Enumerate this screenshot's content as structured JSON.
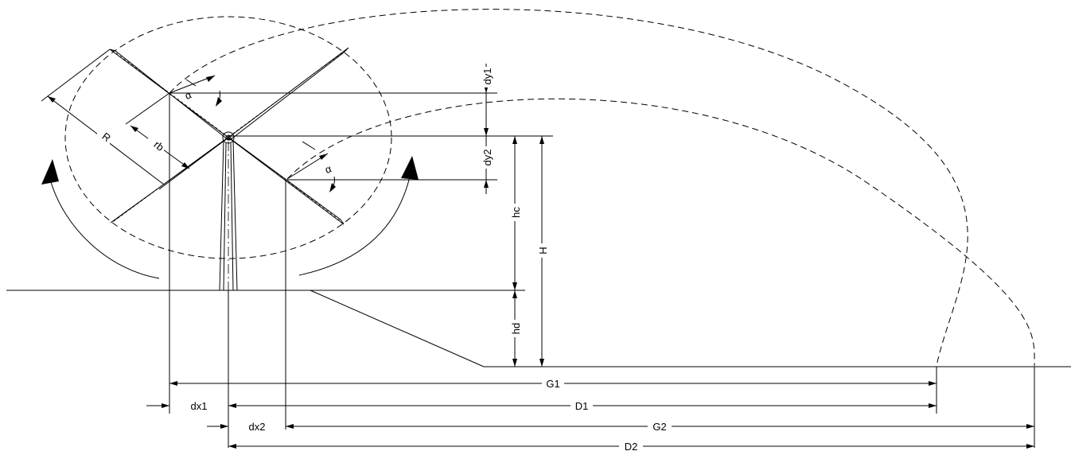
{
  "diagram": {
    "labels": {
      "alpha_top": "α",
      "alpha_bottom": "α",
      "dy1": "dy1",
      "dy2": "dy2",
      "hc": "hc",
      "H": "H",
      "hd": "hd",
      "R": "R",
      "rb": "rb",
      "G1": "G1",
      "D1": "D1",
      "G2": "G2",
      "D2": "D2",
      "dx1": "dx1",
      "dx2": "dx2"
    }
  }
}
